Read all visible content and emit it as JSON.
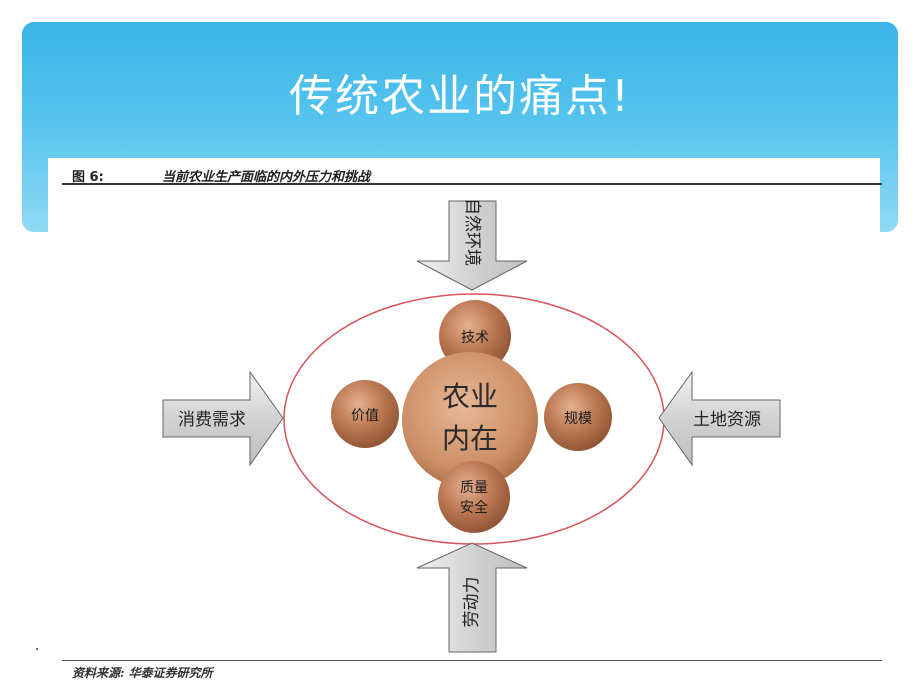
{
  "slide": {
    "title": "传统农业的痛点!"
  },
  "figure": {
    "number": "图 6:",
    "title": "当前农业生产面临的内外压力和挑战",
    "source": "资料来源: 华泰证券研究所"
  },
  "diagram": {
    "center_line1": "农业",
    "center_line2": "内在",
    "nodes": {
      "top": "技术",
      "left": "价值",
      "right": "规模",
      "bottom_line1": "质量",
      "bottom_line2": "安全"
    },
    "arrows": {
      "top": "自然环境",
      "left": "消费需求",
      "right": "土地资源",
      "bottom": "劳动力"
    }
  },
  "colors": {
    "header": "#3cb4e6",
    "node_fill": "#b8754f",
    "center_fill": "#d0956d",
    "ellipse": "#d9535b",
    "arrow_fill": "#d6d6d6"
  }
}
